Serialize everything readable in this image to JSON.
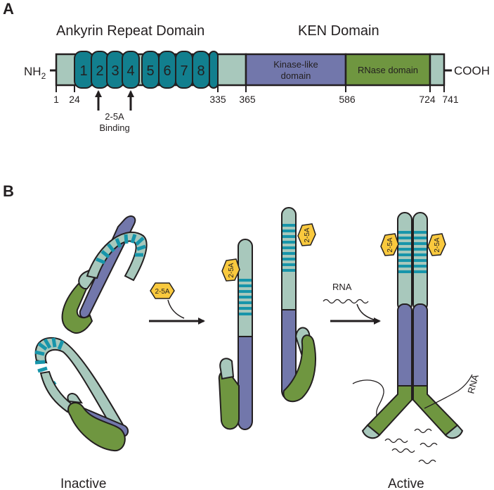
{
  "panel_a": {
    "letter": "A",
    "ankyrin_title": "Ankyrin Repeat Domain",
    "ken_title": "KEN Domain",
    "n_terminus": "NH",
    "n_terminus_sub": "2",
    "c_terminus": "COOH",
    "repeats": [
      "1",
      "2",
      "3",
      "4",
      "5",
      "6",
      "7",
      "8"
    ],
    "kinase_label_line1": "Kinase-like",
    "kinase_label_line2": "domain",
    "rnase_label": "RNase domain",
    "positions": [
      "1",
      "24",
      "335",
      "365",
      "586",
      "724",
      "741"
    ],
    "binding_line1": "2-5A",
    "binding_line2": "Binding"
  },
  "panel_b": {
    "letter": "B",
    "tag_label": "2-5A",
    "rna_label": "RNA",
    "rna_side_label": "RNA",
    "inactive_label": "Inactive",
    "active_label": "Active"
  },
  "colors": {
    "ankyrin_teal": "#127f8e",
    "stripe_teal": "#1795aa",
    "linker_sage": "#a8c8bc",
    "kinase_purple": "#7277ab",
    "rnase_green": "#6f9640",
    "tag_yellow": "#f9c93e",
    "outline": "#231f20"
  }
}
